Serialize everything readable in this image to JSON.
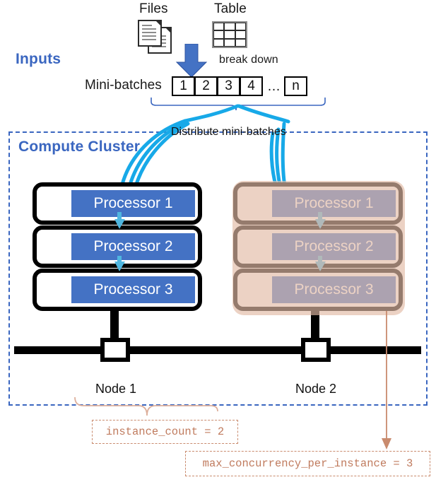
{
  "diagram": {
    "title_inputs": "Inputs",
    "title_cluster": "Compute Cluster",
    "files_label": "Files",
    "table_label": "Table",
    "break_down_label": "break down",
    "minibatches_label": "Mini-batches",
    "minibatch_items": [
      "1",
      "2",
      "3",
      "4"
    ],
    "minibatch_ellipsis": "…",
    "minibatch_last": "n",
    "distribute_label": "Distribute mini-batches",
    "nodes": [
      {
        "name": "Node 1",
        "processors": [
          "Processor 1",
          "Processor 2",
          "Processor 3"
        ]
      },
      {
        "name": "Node 2",
        "processors": [
          "Processor 1",
          "Processor 2",
          "Processor 3"
        ]
      }
    ],
    "annotations": [
      {
        "text": "instance_count = 2"
      },
      {
        "text": "max_concurrency_per_instance = 3"
      }
    ],
    "icons": {
      "files": "documents-icon",
      "table": "table-grid-icon",
      "down_arrow": "down-arrow-icon"
    },
    "colors": {
      "accent_blue": "#4472C4",
      "heading_blue": "#3A66C0",
      "arrow_cyan": "#17A9E8",
      "annotation_salmon": "#C07B5E",
      "tint_peach": "#E2BAA5",
      "node2_border": "#5A4038"
    }
  }
}
